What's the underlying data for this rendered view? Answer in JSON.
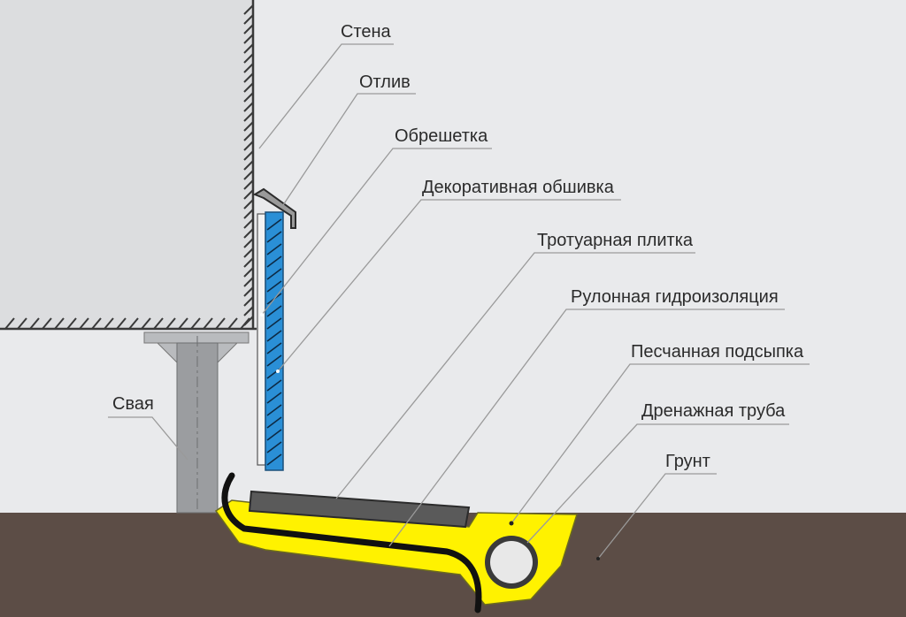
{
  "labels": {
    "wall": "Стена",
    "drip": "Отлив",
    "lathing": "Обрешетка",
    "cladding": "Декоративная обшивка",
    "paving": "Тротуарная плитка",
    "waterproofing": "Рулонная гидроизоляция",
    "sand": "Песчанная подсыпка",
    "drain": "Дренажная труба",
    "soil": "Грунт",
    "pile": "Свая"
  },
  "colors": {
    "background": "#e9eaec",
    "house_block": "#dcdddf",
    "soil": "#5c4d46",
    "sand": "#fff200",
    "cladding": "#2a8fd6",
    "pile": "#9b9da0",
    "paving": "#5a5a5a",
    "membrane": "#111111"
  }
}
